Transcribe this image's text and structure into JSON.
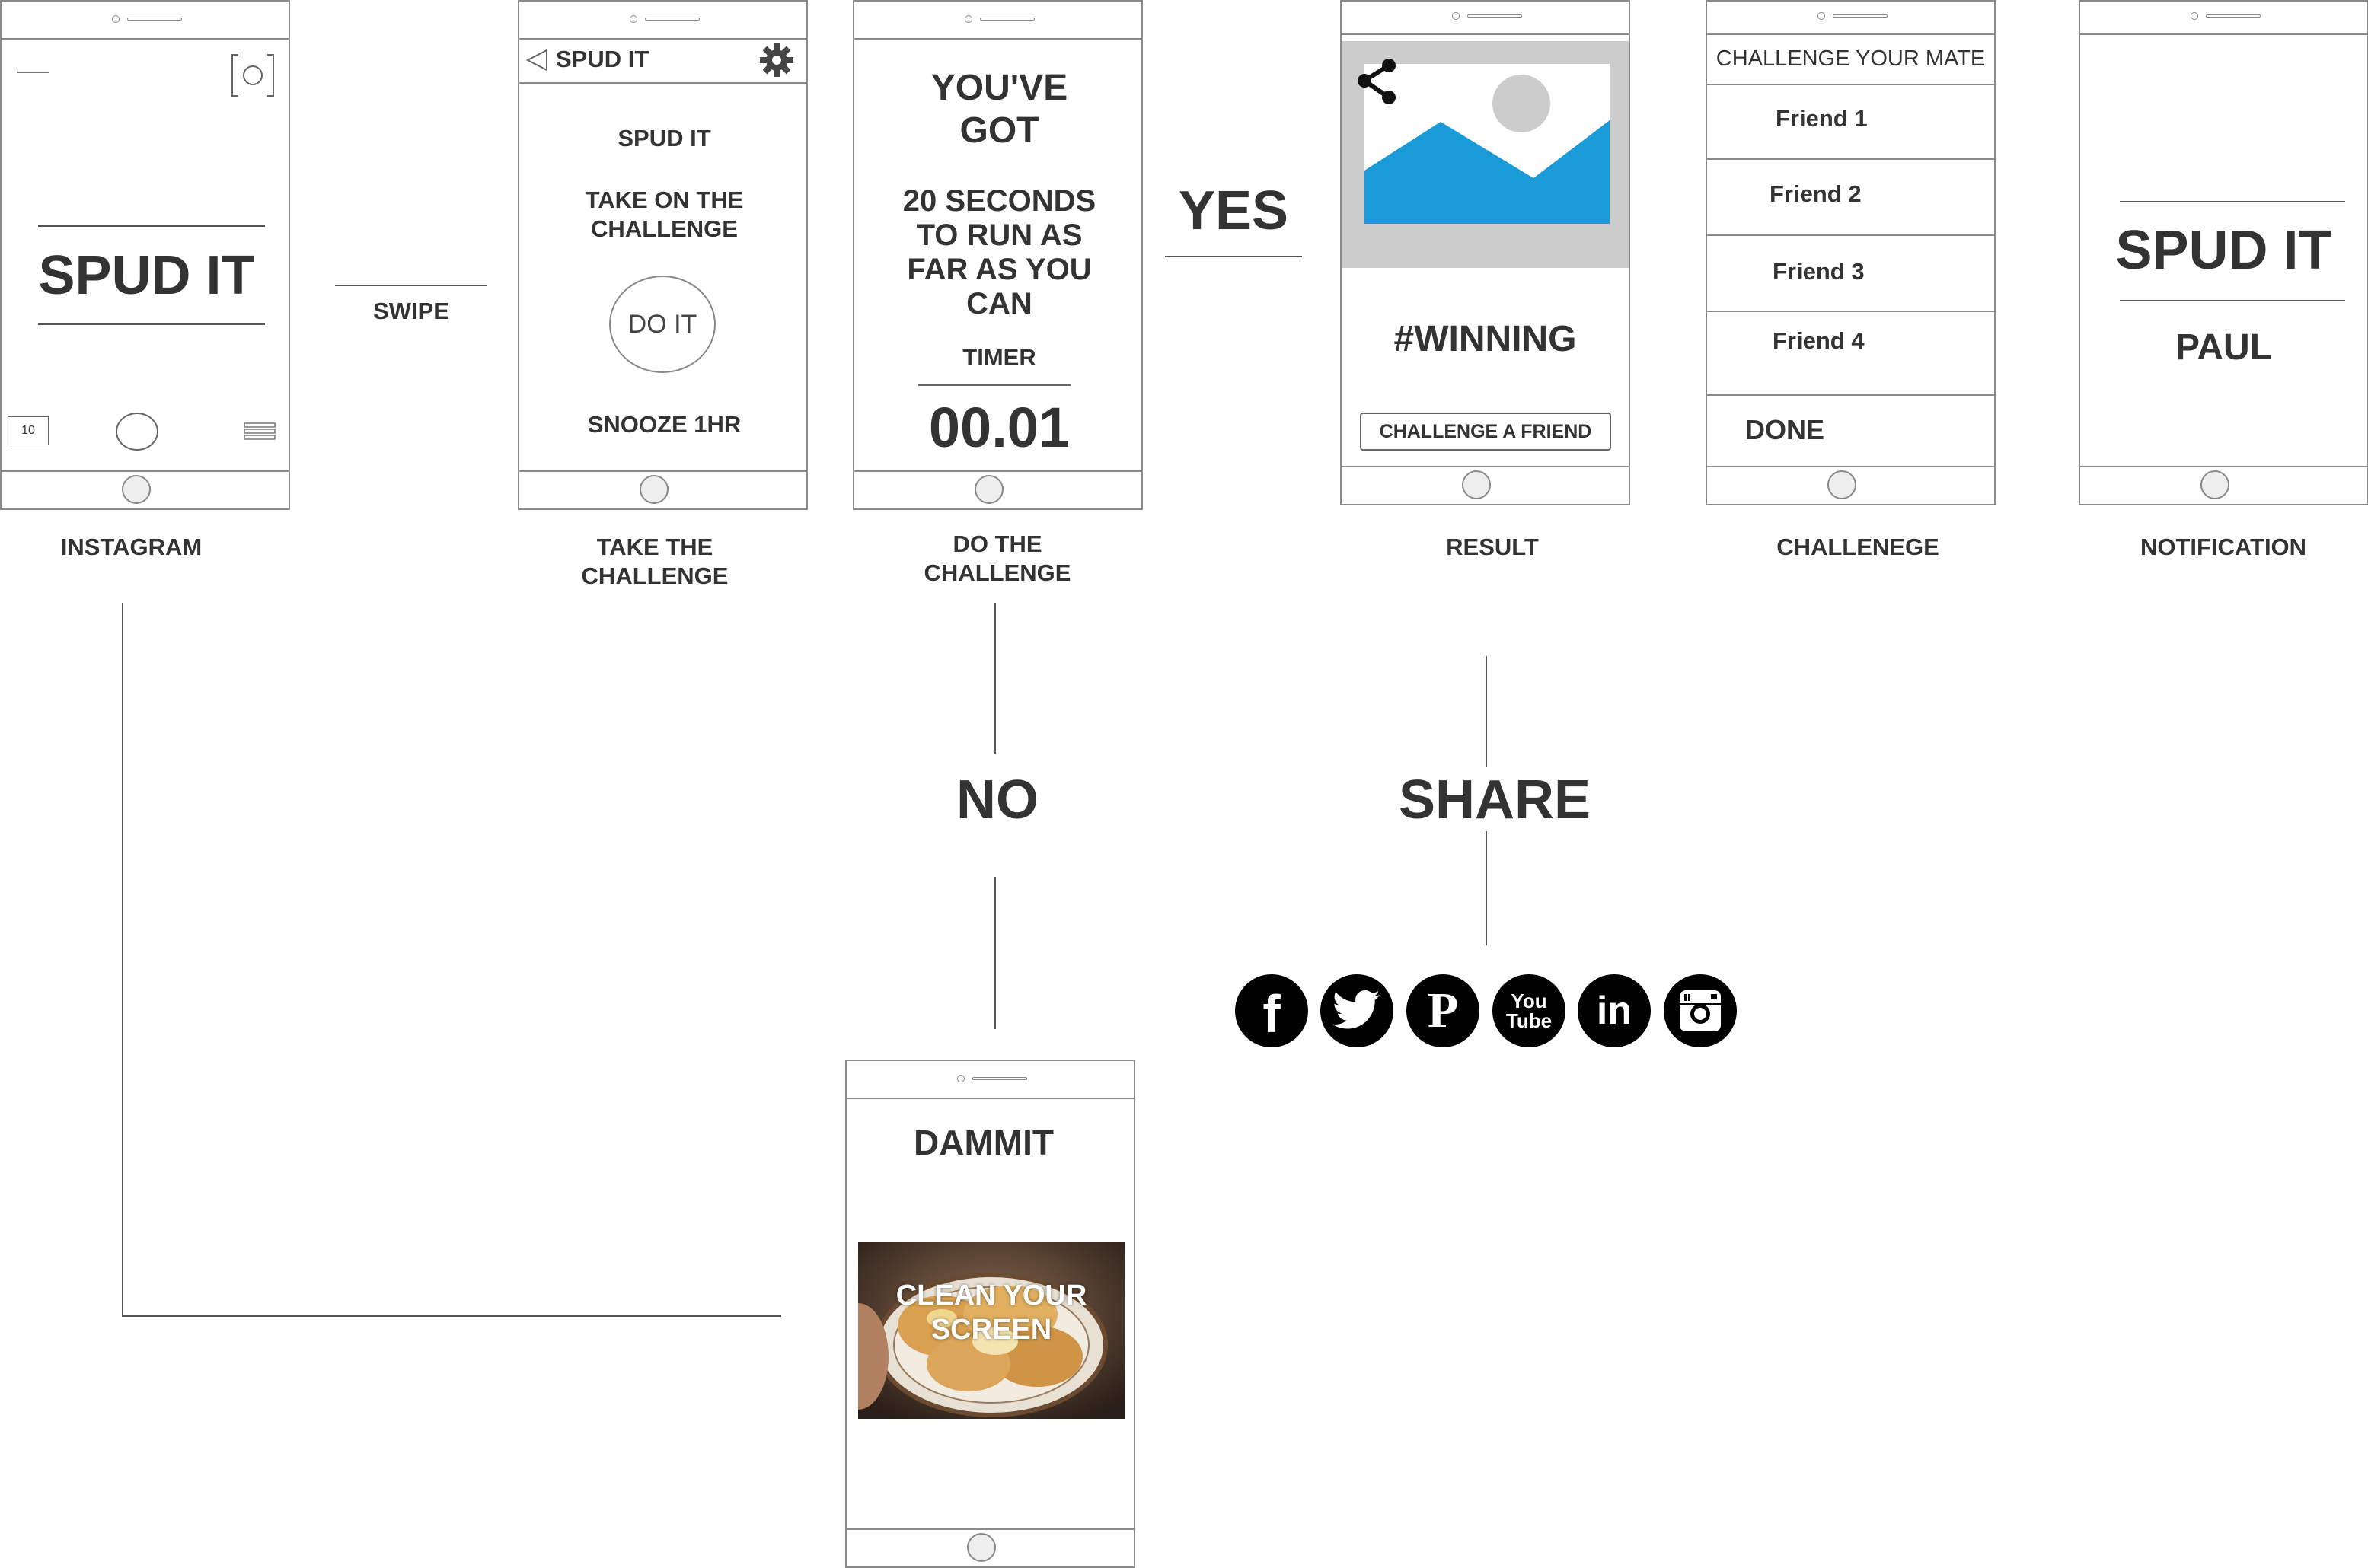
{
  "instagram_screen": {
    "title": "SPUD IT",
    "count_badge": "10",
    "caption": "INSTAGRAM"
  },
  "swipe_label": "SWIPE",
  "take_challenge_screen": {
    "header": "SPUD IT",
    "title": "SPUD IT",
    "subtitle": "TAKE ON THE CHALLENGE",
    "do_it_button": "DO IT",
    "snooze": "SNOOZE 1HR",
    "caption": "TAKE THE CHALLENGE"
  },
  "do_challenge_screen": {
    "headline": "YOU'VE GOT",
    "task": "20 SECONDS TO RUN AS FAR AS YOU CAN",
    "timer_label": "TIMER",
    "timer_value": "00.01",
    "caption": "DO THE CHALLENGE"
  },
  "yes_label": "YES",
  "no_label": "NO",
  "share_label": "SHARE",
  "result_screen": {
    "hashtag": "#WINNING",
    "button": "CHALLENGE A FRIEND",
    "caption": "RESULT"
  },
  "challenge_screen": {
    "header": "CHALLENGE YOUR MATE",
    "friends": [
      "Friend 1",
      "Friend 2",
      "Friend 3",
      "Friend 4"
    ],
    "done": "DONE",
    "caption": "CHALLENEGE"
  },
  "notification_screen": {
    "title": "SPUD IT",
    "name": "PAUL",
    "caption": "NOTIFICATION"
  },
  "fail_screen": {
    "title": "DAMMIT",
    "overlay": "CLEAN YOUR SCREEN"
  },
  "social_icons": [
    "facebook-icon",
    "twitter-icon",
    "pinterest-icon",
    "youtube-icon",
    "linkedin-icon",
    "instagram-icon"
  ],
  "social_glyphs": {
    "facebook": "f",
    "pinterest": "P",
    "youtube_top": "You",
    "youtube_bottom": "Tube",
    "linkedin": "in"
  },
  "colors": {
    "image_sky": "#1a9ad6",
    "image_frame": "#cccccc",
    "outline": "#8a8a8a",
    "text": "#333333"
  }
}
